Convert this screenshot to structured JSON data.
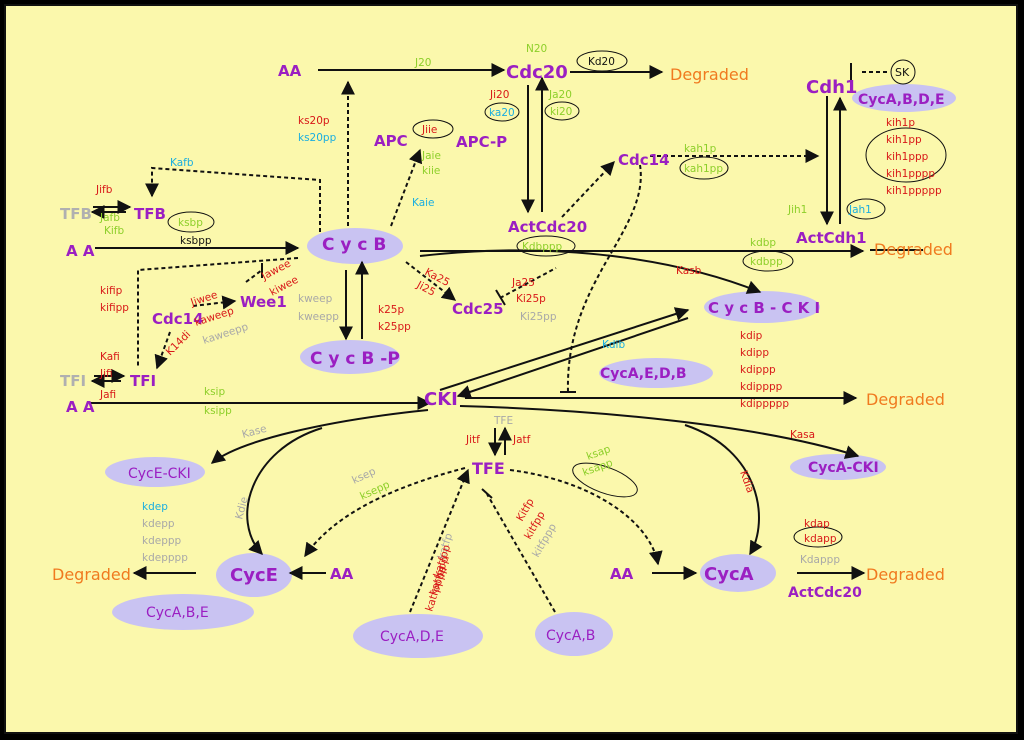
{
  "colors": {
    "background": "#fbf8ac",
    "frame": "#111111",
    "node": "#9b1fc2",
    "degraded": "#f07a1f",
    "rate_red": "#d81818",
    "rate_green": "#8dcf2a",
    "rate_cyan": "#1aaee0",
    "rate_gray": "#a8a8a8",
    "blob": "#c9c3f2",
    "arrow": "#111111"
  },
  "nodes": {
    "aa_cdc20": "AA",
    "cdc20": "Cdc20",
    "degraded_cdc20": "Degraded",
    "cdh1": "Cdh1",
    "sk": "SK",
    "cdh1_inhibitors": "CycA,B,D,E",
    "apc": "APC",
    "apc_p": "APC-P",
    "cdc14_top": "Cdc14",
    "tfb_inactive": "TFB",
    "tfb": "TFB",
    "aa_cycb": "A  A",
    "cycb": "C y c B",
    "actcdc20": "ActCdc20",
    "actcdh1": "ActCdh1",
    "degraded_cycb": "Degraded",
    "cdc14_left": "Cdc14",
    "wee1": "Wee1",
    "cdc25": "Cdc25",
    "cycb_cki": "C y c B - C K I",
    "cycb_p": "C y c B  -P",
    "tfi_inactive": "TFI",
    "tfi": "TFI",
    "aa_cki": "A  A",
    "cki": "CKI",
    "degraded_cki": "Degraded",
    "cyca_edb": "CycA,E,D,B",
    "cyce_cki": "CycE-CKI",
    "tfe": "TFE",
    "cyca_cki": "CycA-CKI",
    "degraded_cyce": "Degraded",
    "cyce": "CycE",
    "aa_cyce": "AA",
    "aa_cyca": "AA",
    "cyca": "CycA",
    "degraded_cyca": "Degraded",
    "actcdc20_bottom": "ActCdc20",
    "cyca_be": "CycA,B,E",
    "cyca_de": "CycA,D,E",
    "cyca_b": "CycA,B"
  },
  "rates": {
    "j20": "J20",
    "n20": "N20",
    "kd20": "Kd20",
    "ks20p": "ks20p",
    "ks20pp": "ks20pp",
    "ji20": "Ji20",
    "ka20": "ka20",
    "ja20": "Ja20",
    "ki20": "ki20",
    "jiie": "Jiie",
    "jaie": "Jaie",
    "kiie": "kiie",
    "kaie": "Kaie",
    "kah1p": "kah1p",
    "kah1pp": "kah1pp",
    "kih1p": "kih1p",
    "kih1pp": "kih1pp",
    "kih1ppp": "kih1ppp",
    "kih1pppp": "kih1pppp",
    "kih1ppppp": "kih1ppppp",
    "jih1": "Jih1",
    "jah1": "Jah1",
    "kafb": "Kafb",
    "jifb": "Jifb",
    "jafb": "Jafb",
    "kifb": "Kifb",
    "ksbp": "ksbp",
    "ksbpp": "ksbpp",
    "kdbppp": "Kdbppp",
    "kdbp": "kdbp",
    "kdbpp": "kdbpp",
    "jawee": "Jawee",
    "kiwee": "kiwee",
    "kifip": "kifip",
    "kifipp": "kifipp",
    "jiwee": "Jiwee",
    "kaweep": "kaweep",
    "kaweepp": "kaweepp",
    "kweep": "kweep",
    "kweepp": "kweepp",
    "k25p": "k25p",
    "k25pp": "k25pp",
    "ka25": "Ka25",
    "ji25": "Ji25",
    "ja25": "Ja25",
    "ki25p": "Ki25p",
    "ki25pp": "Ki25pp",
    "kasb": "Kasb",
    "k14di": "K14di",
    "kdib": "Kdib",
    "kdip": "kdip",
    "kdipp": "kdipp",
    "kdippp": "kdippp",
    "kdipppp": "kdipppp",
    "kdippppp": "kdippppp",
    "kafi": "Kafi",
    "jifi": "Jifi",
    "jafi": "Jafi",
    "ksip": "ksip",
    "ksipp": "ksipp",
    "kase": "Kase",
    "tfe_gray": "TFE",
    "jitf": "Jitf",
    "jatf": "Jatf",
    "ksap": "ksap",
    "ksapp": "ksapp",
    "kasa": "Kasa",
    "kdia": "Kdia",
    "kdie": "Kdie",
    "ksep": "ksep",
    "ksepp": "ksepp",
    "kdep": "kdep",
    "kdepp": "kdepp",
    "kdeppp": "kdeppp",
    "kdepppp": "kdepppp",
    "katfp": "katfp",
    "katfpp": "katfpp",
    "katfppp": "katfppp",
    "katfpppp": "katfpppp",
    "kitfp": "Kitfp",
    "kitfpp": "kitfpp",
    "kitfppp": "kitfppp",
    "kdap": "kdap",
    "kdapp": "kdapp",
    "kdappp": "Kdappp"
  }
}
